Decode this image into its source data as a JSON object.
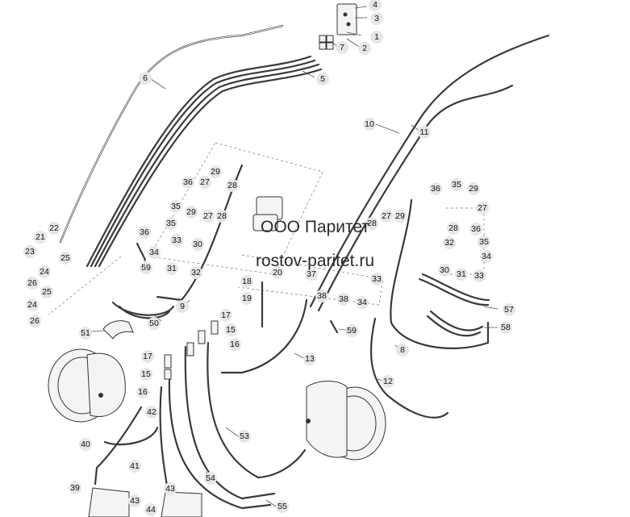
{
  "watermark": {
    "company": "ООО Паритет",
    "site": "rostov-paritet.ru"
  },
  "callouts": [
    "1",
    "2",
    "3",
    "4",
    "5",
    "6",
    "7",
    "8",
    "9",
    "10",
    "11",
    "12",
    "13",
    "15",
    "16",
    "17",
    "18",
    "19",
    "20",
    "21",
    "22",
    "23",
    "24",
    "25",
    "26",
    "27",
    "28",
    "29",
    "30",
    "31",
    "32",
    "33",
    "34",
    "35",
    "36",
    "37",
    "38",
    "39",
    "40",
    "41",
    "42",
    "43",
    "44",
    "50",
    "51",
    "53",
    "54",
    "55",
    "57",
    "58",
    "59"
  ]
}
